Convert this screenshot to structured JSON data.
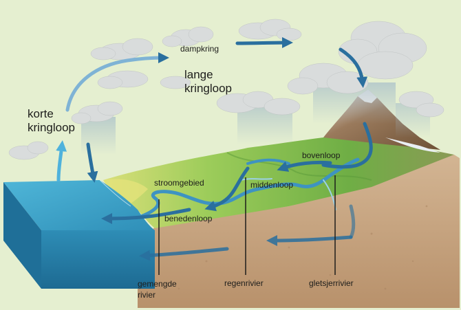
{
  "labels": {
    "dampkring": "dampkring",
    "lange_kringloop": [
      "lange",
      "kringloop"
    ],
    "korte_kringloop": [
      "korte",
      "kringloop"
    ],
    "bovenloop": "bovenloop",
    "middenloop": "middenloop",
    "stroomgebied": "stroomgebied",
    "benedenloop": "benedenloop",
    "gemengde_rivier": [
      "gemengde",
      "rivier"
    ],
    "regenrivier": "regenrivier",
    "gletsjerrivier": "gletsjerrivier"
  },
  "colors": {
    "background": "#e5efd0",
    "arrow": "#2a6f9e",
    "sea": "#3fa1c6",
    "land": "#8fc24f",
    "mountain": "#8a6a4a",
    "soil": "#c9aa86",
    "cloud": "#d9dcdc"
  }
}
